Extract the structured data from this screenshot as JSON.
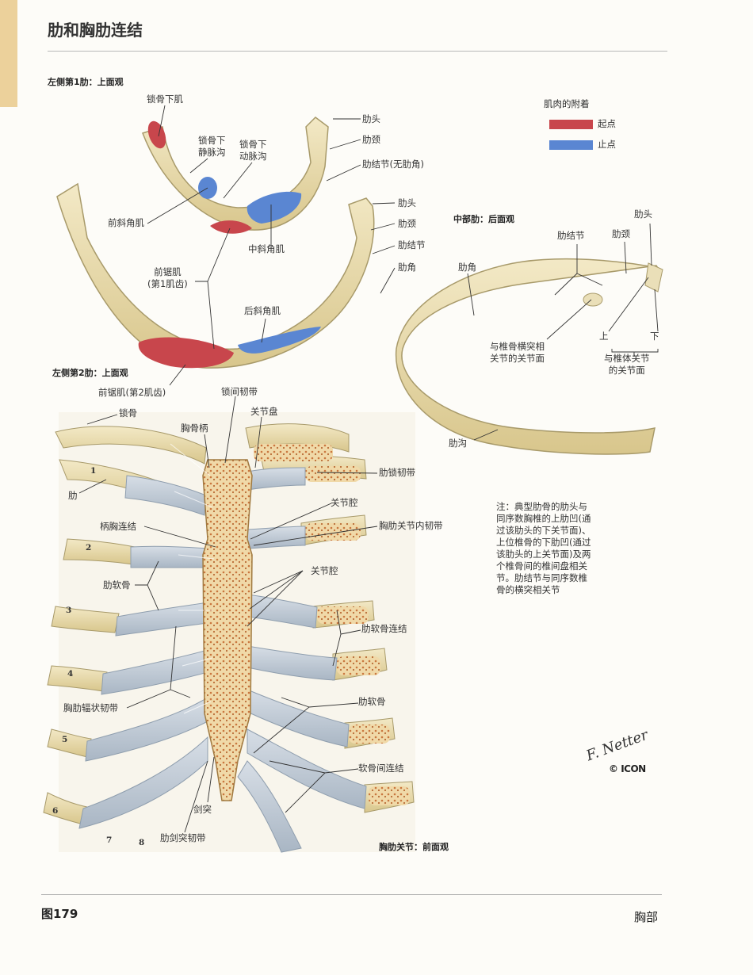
{
  "page": {
    "title": "肋和胸肋连结",
    "figure_number": "图179",
    "section": "胸部"
  },
  "legend": {
    "title": "肌肉的附着",
    "items": [
      {
        "label": "起点",
        "color": "#c8464c"
      },
      {
        "label": "止点",
        "color": "#5a86d2"
      }
    ]
  },
  "views": {
    "rib1": {
      "caption": "左侧第1肋：上面观",
      "labels": {
        "subclavius": "锁骨下肌",
        "subclavian_vein_groove": "锁骨下\n静脉沟",
        "subclavian_artery_groove": "锁骨下\n动脉沟",
        "head": "肋头",
        "neck": "肋颈",
        "tubercle": "肋结节(无肋角)",
        "anterior_scalene": "前斜角肌",
        "middle_scalene": "中斜角肌"
      }
    },
    "rib2": {
      "caption": "左侧第2肋：上面观",
      "labels": {
        "head": "肋头",
        "neck": "肋颈",
        "tubercle": "肋结节",
        "angle": "肋角",
        "serratus_1": "前锯肌\n(第1肌齿)",
        "posterior_scalene": "后斜角肌",
        "serratus_2": "前锯肌(第2肌齿)"
      }
    },
    "middle_rib": {
      "caption": "中部肋：后面观",
      "labels": {
        "head": "肋头",
        "tubercle": "肋结节",
        "neck": "肋颈",
        "angle": "肋角",
        "transverse_facet": "与椎骨横突相\n关节的关节面",
        "upper": "上",
        "lower": "下",
        "vertebral_facets": "与椎体关节\n的关节面",
        "costal_groove": "肋沟"
      }
    },
    "sternocostal": {
      "caption": "胸肋关节：前面观",
      "labels": {
        "clavicle": "锁骨",
        "interclavicular_lig": "锁间韧带",
        "manubrium": "胸骨柄",
        "articular_disc": "关节盘",
        "costoclavicular_lig": "肋锁韧带",
        "rib": "肋",
        "joint_cavity_1": "关节腔",
        "manubriosternal": "柄胸连结",
        "intraarticular_lig": "胸肋关节内韧带",
        "joint_cavity_2": "关节腔",
        "costal_cartilage_1": "肋软骨",
        "costochondral": "肋软骨连结",
        "costal_cartilage_2": "肋软骨",
        "radiate_lig": "胸肋辐状韧带",
        "interchondral": "软骨间连结",
        "xiphoid": "剑突",
        "costoxiphoid_lig": "肋剑突韧带",
        "rib_numbers": [
          "1",
          "2",
          "3",
          "4",
          "5",
          "6",
          "7",
          "8"
        ]
      }
    }
  },
  "note": "注：典型肋骨的肋头与同序数胸椎的上肋凹(通过该肋头的下关节面)、上位椎骨的下肋凹(通过该肋头的上关节面)及两个椎骨间的椎间盘相关节。肋结节与同序数椎骨的横突相关节",
  "signature": {
    "artist": "F. Netter",
    "logo": "ICON"
  }
}
